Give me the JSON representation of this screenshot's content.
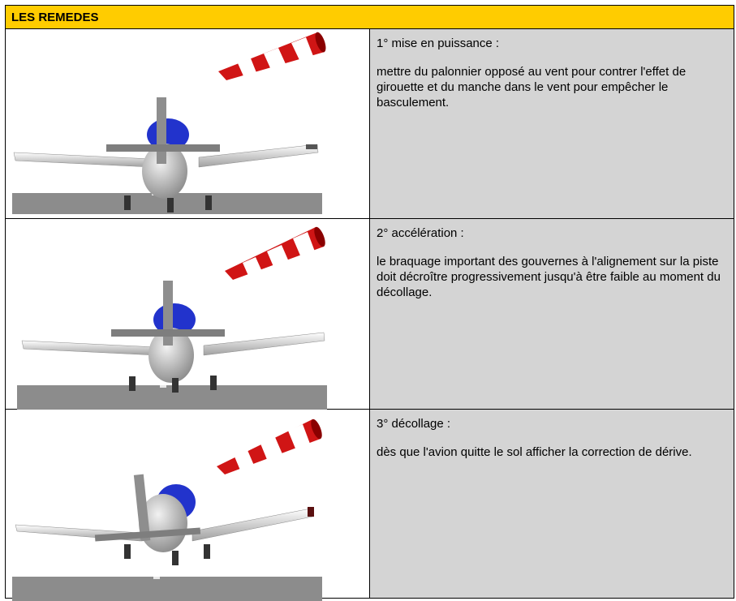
{
  "section": {
    "title": "LES REMEDES"
  },
  "steps": [
    {
      "title": "1° mise en puissance :",
      "body": "mettre du palonnier opposé au vent pour contrer l'effet de girouette et du manche dans le vent pour empêcher le basculement.",
      "illustration": {
        "plane": "airplane-rear-view",
        "windsock": "windsock-icon"
      }
    },
    {
      "title": "2° accélération :",
      "body": "le braquage important des gouvernes à l'alignement sur la piste doit décroître progressivement jusqu'à être faible au moment du décollage.",
      "illustration": {
        "plane": "airplane-rear-view",
        "windsock": "windsock-icon"
      }
    },
    {
      "title": "3° décollage :",
      "body": "dès que l'avion quitte le sol afficher la correction de dérive.",
      "illustration": {
        "plane": "airplane-rear-view-banked",
        "windsock": "windsock-icon"
      }
    }
  ],
  "colors": {
    "header": "#ffcc00",
    "text_cell": "#d4d4d4",
    "windsock_red": "#cc1010",
    "fuselage_blue": "#2233cc"
  }
}
